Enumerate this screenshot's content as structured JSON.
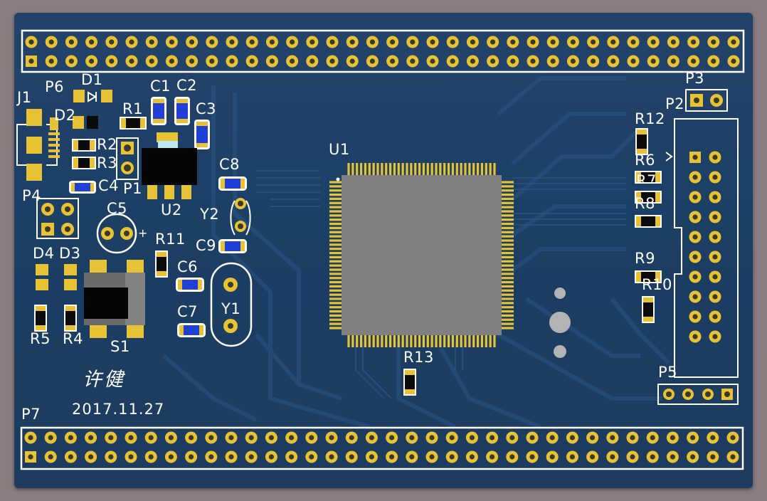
{
  "board": {
    "designer_signature": "许健",
    "date": "2017.11.27",
    "colors": {
      "background": "#8a7d7f",
      "soldermask": "#1f3f63",
      "trace": "#27507c",
      "silkscreen": "#ffffff",
      "pad_gold": "#e8c235",
      "chip_body": "#808080",
      "smd_blue": "#1f3fd6",
      "smd_black": "#0b0b0b"
    },
    "labels": {
      "J1": "J1",
      "P6": "P6",
      "D1": "D1",
      "D2": "D2",
      "C1": "C1",
      "C2": "C2",
      "C3": "C3",
      "R1": "R1",
      "R2": "R2",
      "R3": "R3",
      "C4": "C4",
      "P1": "P1",
      "U2": "U2",
      "C8": "C8",
      "P4": "P4",
      "C5": "C5",
      "Y2": "Y2",
      "R11": "R11",
      "C9": "C9",
      "D4": "D4",
      "D3": "D3",
      "C6": "C6",
      "C7": "C7",
      "Y1": "Y1",
      "R5": "R5",
      "R4": "R4",
      "S1": "S1",
      "U1": "U1",
      "R13": "R13",
      "R12": "R12",
      "P3": "P3",
      "P2": "P2",
      "R6": "R6",
      "R7": "R7",
      "R8": "R8",
      "R9": "R9",
      "R10": "R10",
      "P5": "P5",
      "P7": "P7"
    }
  }
}
